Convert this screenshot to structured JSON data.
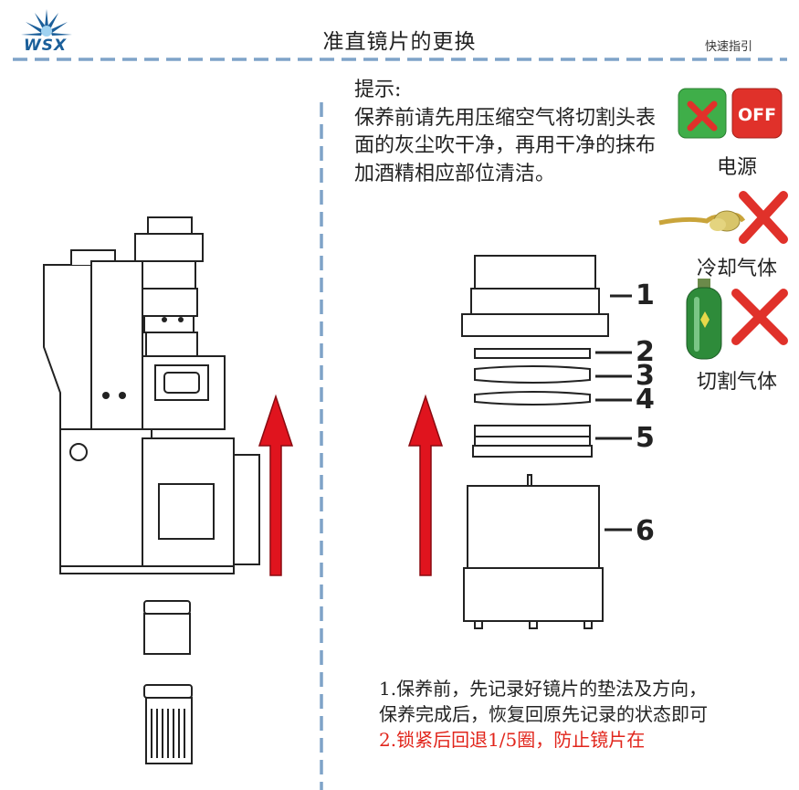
{
  "header": {
    "logo_text": "WSX",
    "title": "准直镜片的更换",
    "quick_guide": "快速指引"
  },
  "hint": {
    "heading": "提示:",
    "body": "保养前请先用压缩空气将切割头表面的灰尘吹干净，再用干净的抹布加酒精相应部位清洁。"
  },
  "status_icons": [
    {
      "label": "电源",
      "icon": "power-off-icon",
      "badge": "OFF"
    },
    {
      "label": "冷却气体",
      "icon": "cooling-gas-off-icon"
    },
    {
      "label": "切割气体",
      "icon": "cutting-gas-off-icon"
    }
  ],
  "parts": [
    "1",
    "2",
    "3",
    "4",
    "5",
    "6"
  ],
  "notes": {
    "line1": "1.保养前，先记录好镜片的垫法及方向，保养完成后，恢复回原先记录的状态即可",
    "line2": "2.锁紧后回退1/5圈，防止镜片在"
  },
  "colors": {
    "dash": "#7fa3c8",
    "arrow": "#e0141e",
    "green": "#3fae49",
    "red": "#e0312a"
  }
}
